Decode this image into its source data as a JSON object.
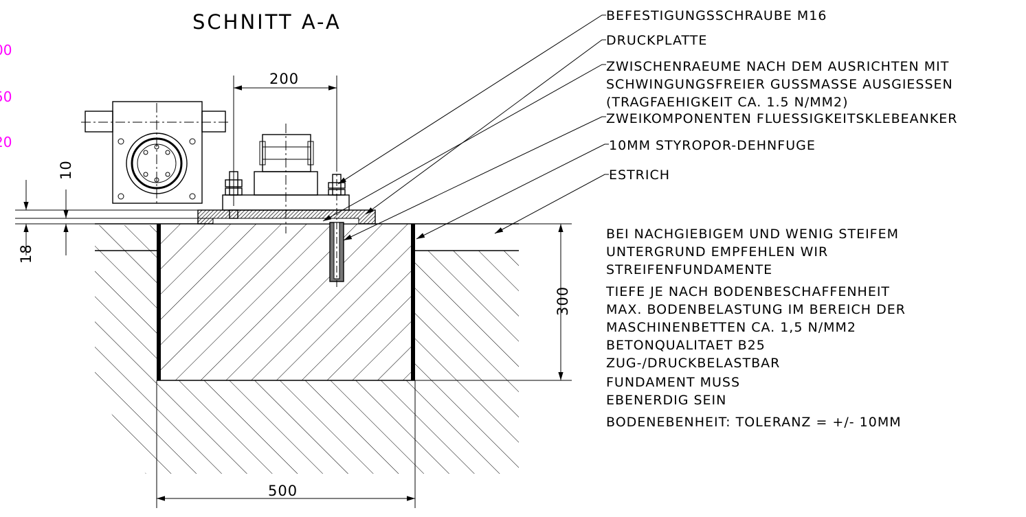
{
  "title": "SCHNITT A-A",
  "edge_values": [
    "00",
    "50",
    "20"
  ],
  "colors": {
    "line": "#000000",
    "edge_values": "#ff00ff",
    "background": "#ffffff"
  },
  "dimensions": {
    "top_width": "200",
    "gap_10": "10",
    "gap_18": "18",
    "depth": "300",
    "foundation_width": "500"
  },
  "callouts": [
    "BEFESTIGUNGSSCHRAUBE M16",
    "DRUCKPLATTE",
    "ZWISCHENRAEUME NACH DEM AUSRICHTEN MIT",
    "SCHWINGUNGSFREIER GUSSMASSE AUSGIESSEN",
    "(TRAGFAEHIGKEIT CA. 1.5 N/MM2)",
    "ZWEIKOMPONENTEN FLUESSIGKEITSKLEBEANKER",
    "10MM STYROPOR-DEHNFUGE",
    "ESTRICH"
  ],
  "notes": [
    "BEI NACHGIEBIGEM UND WENIG STEIFEM",
    "UNTERGRUND EMPFEHLEN WIR",
    "STREIFENFUNDAMENTE",
    "TIEFE JE NACH BODENBESCHAFFENHEIT",
    "MAX. BODENBELASTUNG IM BEREICH DER",
    "MASCHINENBETTEN CA. 1,5 N/MM2",
    "BETONQUALITAET B25",
    "ZUG-/DRUCKBELASTBAR",
    "FUNDAMENT MUSS",
    "EBENERDIG SEIN",
    "BODENEBENHEIT: TOLERANZ = +/- 10MM"
  ]
}
